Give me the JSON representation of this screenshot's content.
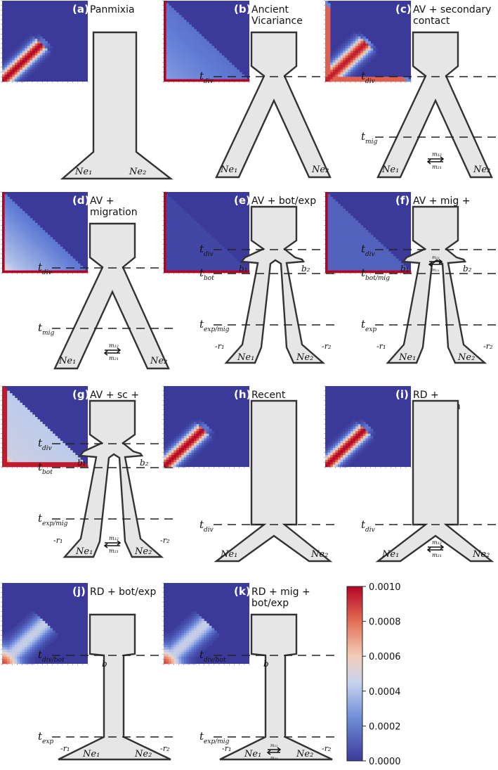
{
  "panels": [
    {
      "key": "a",
      "letter": "(a)",
      "title": [
        "Panmixia"
      ],
      "heat": "panmixia",
      "ne": [
        "Ne₁",
        "Ne₂"
      ],
      "time_labels": [],
      "growth": [],
      "bottleneck": [],
      "migration": null,
      "shape": "panmixia"
    },
    {
      "key": "b",
      "letter": "(b)",
      "title": [
        "Ancient",
        "Vicariance"
      ],
      "heat": "ancient",
      "ne": [
        "Ne₁",
        "Ne₂"
      ],
      "time_labels": [
        {
          "main": "t",
          "sub": "div"
        }
      ],
      "growth": [],
      "bottleneck": [],
      "migration": null,
      "shape": "av"
    },
    {
      "key": "c",
      "letter": "(c)",
      "title": [
        "AV + secondary",
        "contact"
      ],
      "heat": "secondary",
      "ne": [
        "Ne₁",
        "Ne₂"
      ],
      "time_labels": [
        {
          "main": "t",
          "sub": "div"
        },
        {
          "main": "t",
          "sub": "mig"
        }
      ],
      "growth": [],
      "bottleneck": [],
      "migration": {
        "m12": "m₁₂",
        "m21": "m₂₁"
      },
      "shape": "av"
    },
    {
      "key": "d",
      "letter": "(d)",
      "title": [
        "AV +",
        "migration"
      ],
      "heat": "avmig",
      "ne": [
        "Ne₁",
        "Ne₂"
      ],
      "time_labels": [
        {
          "main": "t",
          "sub": "div"
        },
        {
          "main": "t",
          "sub": "mig"
        }
      ],
      "growth": [],
      "bottleneck": [],
      "migration": {
        "m12": "m₁₂",
        "m21": "m₂₁"
      },
      "shape": "av"
    },
    {
      "key": "e",
      "letter": "(e)",
      "title": [
        "AV + bot/exp"
      ],
      "heat": "botexp",
      "ne": [
        "Ne₁",
        "Ne₂"
      ],
      "time_labels": [
        {
          "main": "t",
          "sub": "div"
        },
        {
          "main": "t",
          "sub": "bot"
        },
        {
          "main": "t",
          "sub": "exp/mig"
        }
      ],
      "growth": [
        "-r₁",
        "-r₂"
      ],
      "bottleneck": [
        "b₁",
        "b₂"
      ],
      "migration": null,
      "shape": "avbot"
    },
    {
      "key": "f",
      "letter": "(f)",
      "title": [
        "AV + mig +",
        "bot/exp"
      ],
      "heat": "migbot",
      "ne": [
        "Ne₁",
        "Ne₂"
      ],
      "time_labels": [
        {
          "main": "t",
          "sub": "div"
        },
        {
          "main": "t",
          "sub": "bot/mig"
        },
        {
          "main": "t",
          "sub": "exp"
        }
      ],
      "growth": [
        "-r₁",
        "-r₂"
      ],
      "bottleneck": [
        "b₁",
        "b₂"
      ],
      "migration": {
        "m12": "m₁₂",
        "m21": "m₂₁"
      },
      "shape": "avbot"
    },
    {
      "key": "g",
      "letter": "(g)",
      "title": [
        "AV + sc +",
        "bot/exp"
      ],
      "heat": "scbot",
      "ne": [
        "Ne₁",
        "Ne₂"
      ],
      "time_labels": [
        {
          "main": "t",
          "sub": "div"
        },
        {
          "main": "t",
          "sub": "bot"
        },
        {
          "main": "t",
          "sub": "exp/mig"
        }
      ],
      "growth": [
        "-r₁",
        "-r₂"
      ],
      "bottleneck": [
        "b₁",
        "b₂"
      ],
      "migration": {
        "m12": "m₁₂",
        "m21": "m₂₁"
      },
      "shape": "avbot"
    },
    {
      "key": "h",
      "letter": "(h)",
      "title": [
        "Recent",
        "Dispersal"
      ],
      "heat": "recent",
      "ne": [
        "Ne₁",
        "Ne₂"
      ],
      "time_labels": [
        {
          "main": "t",
          "sub": "div"
        }
      ],
      "growth": [],
      "bottleneck": [],
      "migration": null,
      "shape": "rd"
    },
    {
      "key": "i",
      "letter": "(i)",
      "title": [
        "RD +",
        "migration"
      ],
      "heat": "recent",
      "ne": [
        "Ne₁",
        "Ne₂"
      ],
      "time_labels": [
        {
          "main": "t",
          "sub": "div"
        }
      ],
      "growth": [],
      "bottleneck": [],
      "migration": {
        "m12": "m₁₂",
        "m21": "m₂₁"
      },
      "shape": "rd"
    },
    {
      "key": "j",
      "letter": "(j)",
      "title": [
        "RD + bot/exp"
      ],
      "heat": "rdbot",
      "ne": [
        "Ne₁",
        "Ne₂"
      ],
      "time_labels": [
        {
          "main": "t",
          "sub": "div/bot"
        },
        {
          "main": "t",
          "sub": "exp"
        }
      ],
      "growth": [
        "-r₁",
        "-r₂"
      ],
      "bottleneck": [
        "b"
      ],
      "migration": null,
      "shape": "rdbot"
    },
    {
      "key": "k",
      "letter": "(k)",
      "title": [
        "RD + mig +",
        "bot/exp"
      ],
      "heat": "rdbot",
      "ne": [
        "Ne₁",
        "Ne₂"
      ],
      "time_labels": [
        {
          "main": "t",
          "sub": "div/bot"
        },
        {
          "main": "t",
          "sub": "exp/mig"
        }
      ],
      "growth": [
        "-r₁",
        "-r₂"
      ],
      "bottleneck": [
        "b"
      ],
      "migration": {
        "m12": "m₁₂",
        "m21": "m₂₁"
      },
      "shape": "rdbot"
    }
  ],
  "colorbar": {
    "ticks": [
      "0.0010",
      "0.0008",
      "0.0006",
      "0.0004",
      "0.0002",
      "0.0000"
    ],
    "values": [
      0.001,
      0.0008,
      0.0006,
      0.0004,
      0.0002,
      0.0
    ],
    "min": 0.0,
    "max": 0.001,
    "colormap": "coolwarm"
  },
  "colors": {
    "fill": "#e6e6e6",
    "stroke": "#333333",
    "heat_low": "#3b3a9a",
    "heat_high": "#b40426"
  }
}
